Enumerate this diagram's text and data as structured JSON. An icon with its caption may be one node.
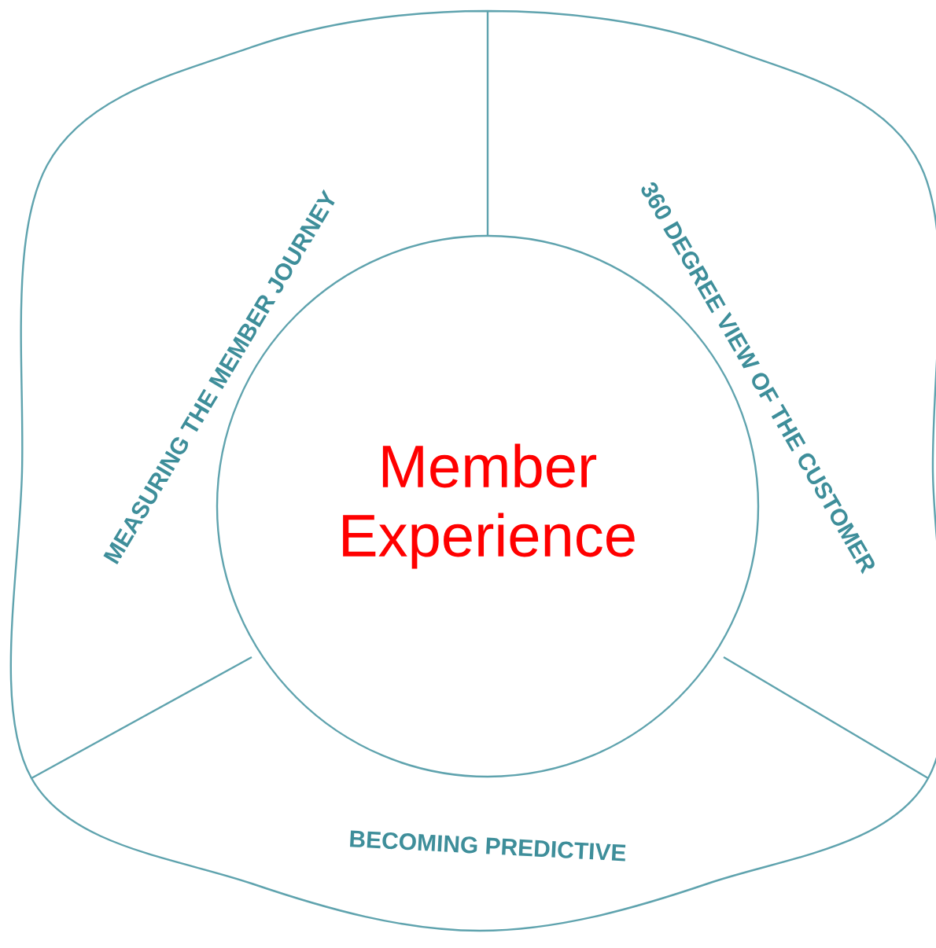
{
  "diagram": {
    "nodes": [
      {
        "text": [
          "MEASURING THE MEMBER JOURNEY"
        ]
      },
      {
        "text": [
          "360 DEGREE VIEW OF THE CUSTOMER"
        ]
      },
      {
        "text": [
          "Member Experience"
        ]
      },
      {
        "text": [
          "BECOMING PREDICTIVE"
        ]
      }
    ]
  }
}
